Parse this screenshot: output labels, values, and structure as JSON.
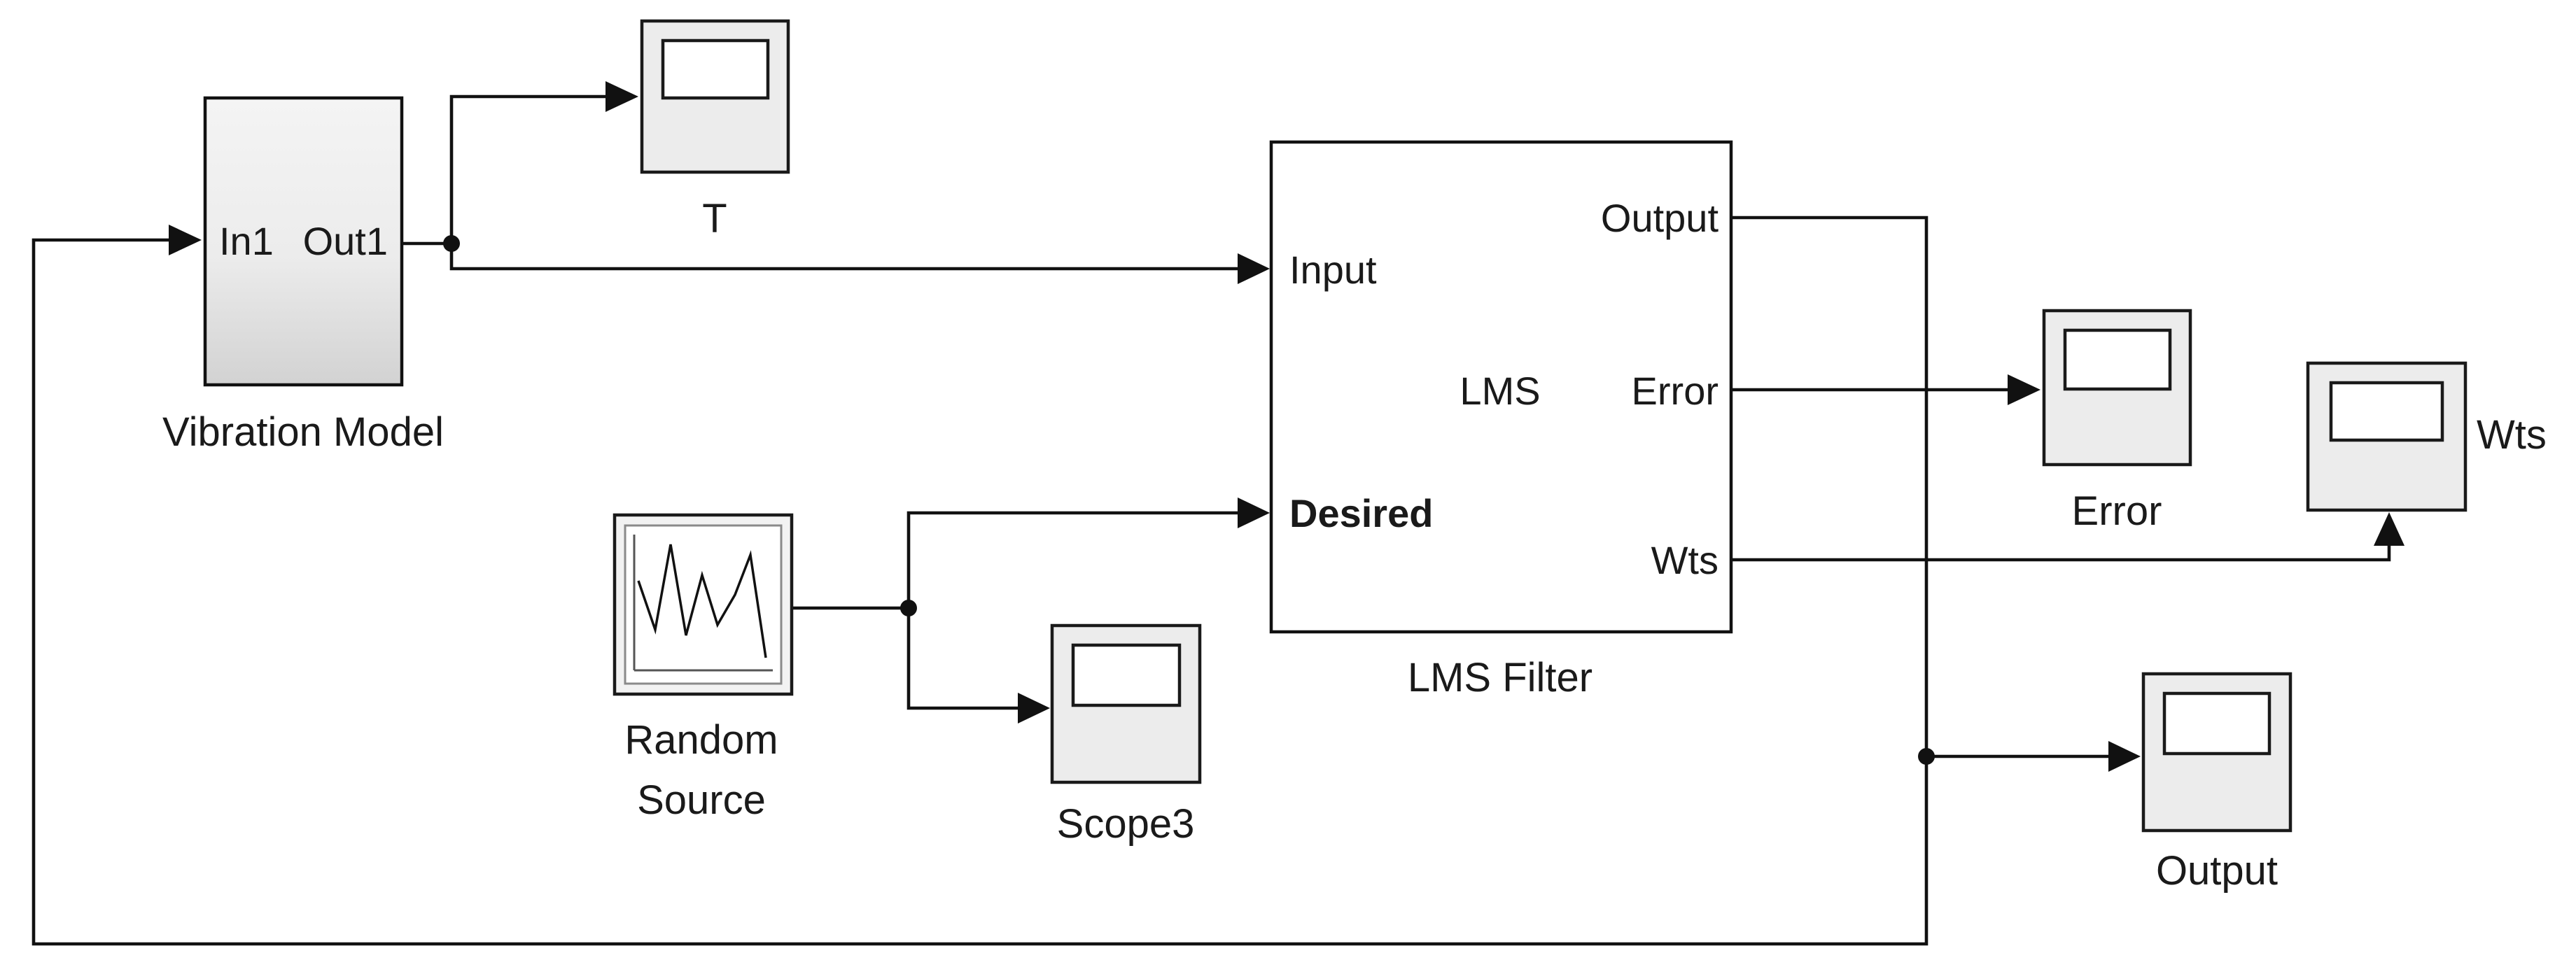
{
  "blocks": {
    "vibration_model": {
      "name": "Vibration Model",
      "in_port": "In1",
      "out_port": "Out1"
    },
    "scope_t": {
      "name": "T"
    },
    "lms_filter": {
      "name": "LMS Filter",
      "center_label": "LMS",
      "in_ports": [
        "Input",
        "Desired"
      ],
      "out_ports": [
        "Output",
        "Error",
        "Wts"
      ]
    },
    "random_source": {
      "name_line1": "Random",
      "name_line2": "Source"
    },
    "scope3": {
      "name": "Scope3"
    },
    "scope_error": {
      "name": "Error"
    },
    "scope_wts": {
      "name": "Wts"
    },
    "scope_output": {
      "name": "Output"
    }
  },
  "colors": {
    "line": "#111111",
    "block_border": "#111111",
    "subsystem_fill_top": "#f4f4f4",
    "subsystem_fill_bottom": "#d2d2d2",
    "scope_fill": "#ececec"
  }
}
